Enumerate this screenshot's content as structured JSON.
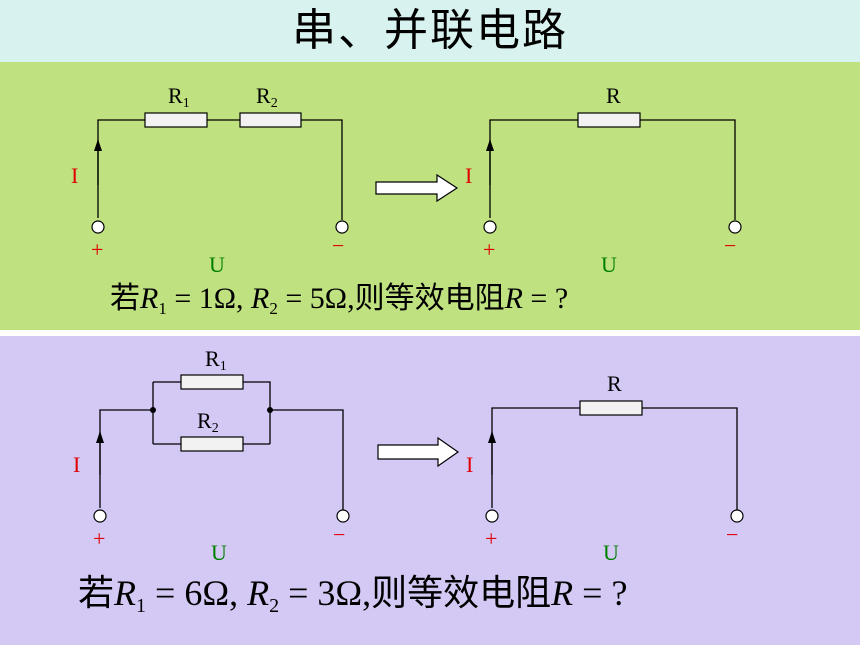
{
  "title": "串、并联电路",
  "colors": {
    "title_bg": "#d8f3ef",
    "series_bg": "#bfe180",
    "parallel_bg": "#d4c8f4",
    "current": "#e00000",
    "voltage": "#008000"
  },
  "labels": {
    "current": "I",
    "voltage": "U",
    "plus": "+",
    "minus": "−",
    "r": "R",
    "sub1": "1",
    "sub2": "2"
  },
  "series_question": {
    "prefix": "若",
    "r": "R",
    "sub1": "1",
    "eq1": " = 1Ω, ",
    "sub2": "2",
    "eq2": " = 5Ω,",
    "suffix": "则等效电阻",
    "tail": " = ?"
  },
  "parallel_question": {
    "prefix": "若",
    "r": "R",
    "sub1": "1",
    "eq1": " = 6Ω, ",
    "sub2": "2",
    "eq2": " = 3Ω,",
    "suffix": "则等效电阻",
    "tail": " = ?"
  }
}
